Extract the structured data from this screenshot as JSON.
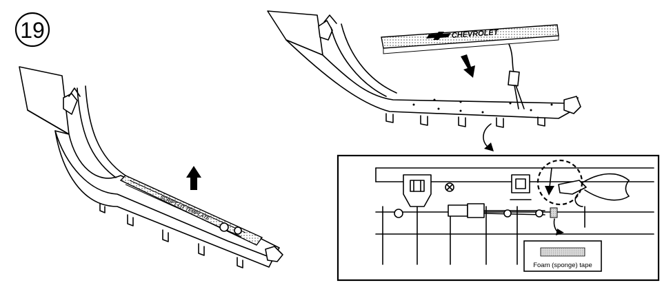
{
  "step_number": "19",
  "template_label": "SCRIPT-LIT TEMPLATE",
  "sill_plate_brand": "CHEVROLET",
  "callout_label": "Foam (sponge) tape",
  "colors": {
    "line": "#000000",
    "background": "#ffffff",
    "foam": "#cfcfcf",
    "pattern": "#9a9a9a"
  }
}
